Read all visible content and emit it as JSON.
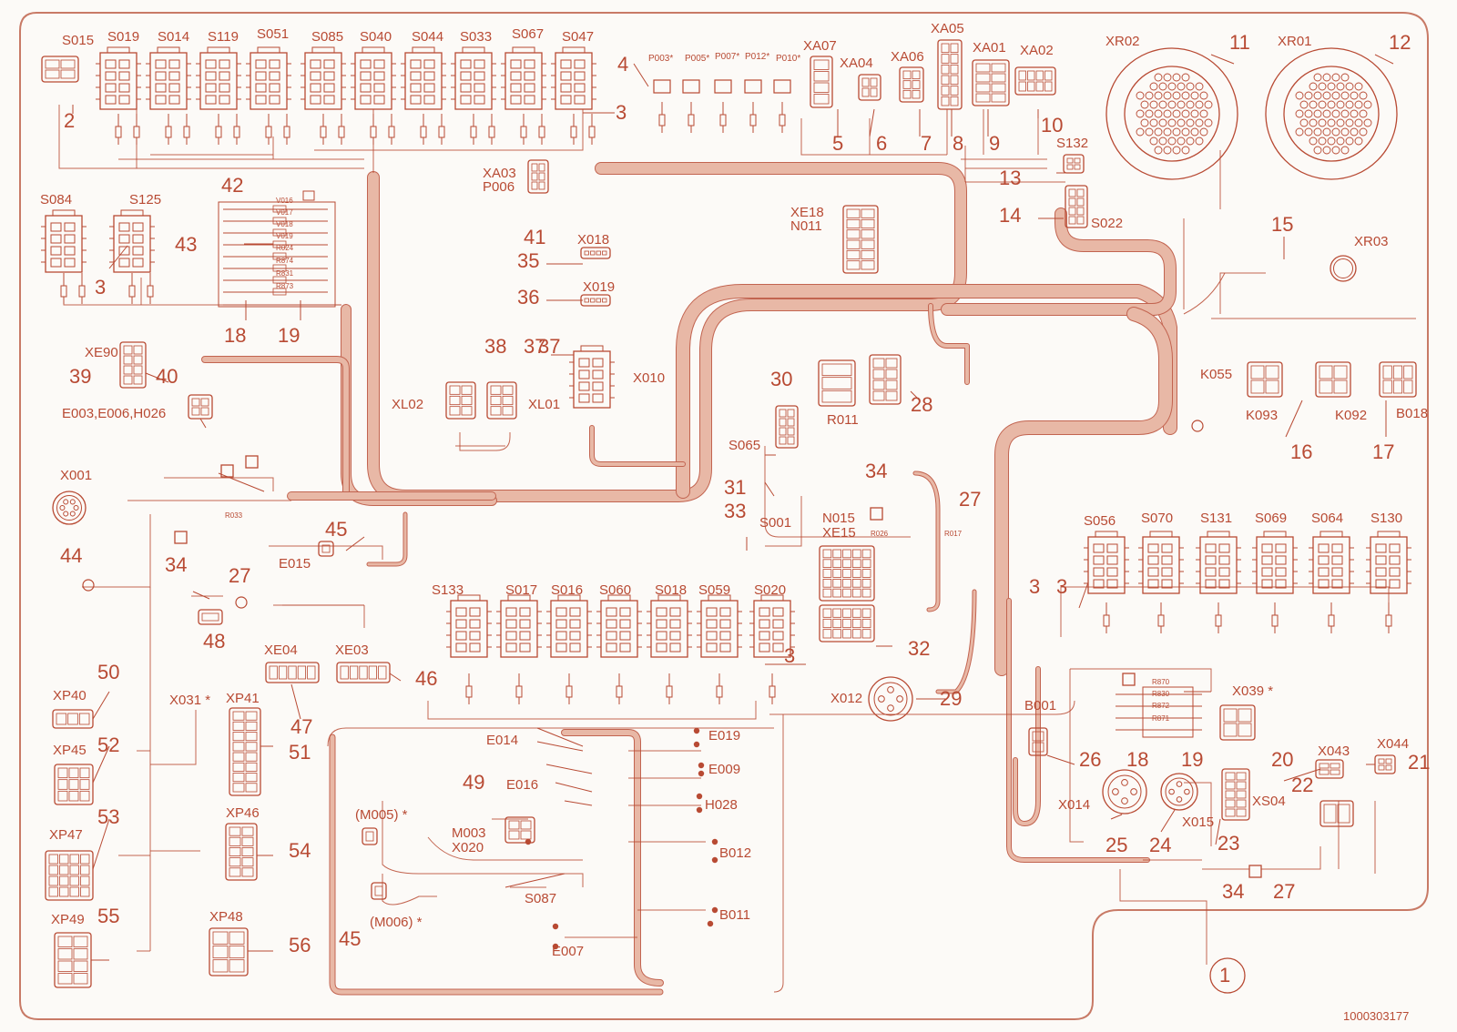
{
  "document": {
    "number": "1000303177"
  },
  "palette": {
    "line": "#b84a33",
    "harness_fill": "#e8b8a6",
    "harness_edge": "#c26450",
    "background": "#fcfaf7",
    "sheet_border": "#c87a66"
  },
  "connectors_top_row": [
    "S015",
    "S019",
    "S014",
    "S119",
    "S051",
    "S085",
    "S040",
    "S044",
    "S033",
    "S067",
    "S047"
  ],
  "connectors_top_mid": [
    "XA07",
    "XA04",
    "XA06",
    "XA05",
    "XA01",
    "XA02",
    "XA03",
    "P006",
    "S132",
    "S022",
    "XE18",
    "N011",
    "X018",
    "X019",
    "X010"
  ],
  "pins_top": [
    "P003*",
    "P005*",
    "P007*",
    "P012*",
    "P010*"
  ],
  "connectors_left": [
    "S084",
    "S125",
    "XE90",
    "E003,E006,H026",
    "X001",
    "E015",
    "XE04",
    "XE03",
    "XP40",
    "XP45",
    "XP47",
    "XP49",
    "X031 *",
    "XP41",
    "XP46",
    "XP48"
  ],
  "components_small": [
    "V016",
    "V017",
    "V018",
    "V019",
    "R024",
    "R874",
    "R831",
    "R873",
    "R033",
    "R026",
    "R017",
    "R870",
    "R830",
    "R872",
    "R871"
  ],
  "connectors_center": [
    "XL02",
    "XL01",
    "R011",
    "S065",
    "S001",
    "N015",
    "XE15",
    "X012",
    "S133",
    "S017",
    "S016",
    "S060",
    "S018",
    "S059",
    "S020"
  ],
  "loom_labels": [
    "E014",
    "E016",
    "M003",
    "X020",
    "(M005) *",
    "(M006) *",
    "S087",
    "E019",
    "E009",
    "H028",
    "B012",
    "B011",
    "E007"
  ],
  "connectors_right": [
    "XR02",
    "XR01",
    "XR03",
    "K055",
    "K093",
    "K092",
    "B018",
    "S056",
    "S070",
    "S131",
    "S069",
    "S064",
    "S130",
    "X039 *",
    "B001",
    "X014",
    "X015",
    "XS04",
    "X043",
    "X044"
  ],
  "callouts": [
    "1",
    "2",
    "3",
    "4",
    "5",
    "6",
    "7",
    "8",
    "9",
    "10",
    "11",
    "12",
    "13",
    "14",
    "15",
    "16",
    "17",
    "18",
    "19",
    "20",
    "21",
    "22",
    "23",
    "24",
    "25",
    "26",
    "27",
    "28",
    "29",
    "30",
    "31",
    "32",
    "33",
    "34",
    "35",
    "36",
    "37",
    "38",
    "39",
    "40",
    "41",
    "42",
    "43",
    "44",
    "45",
    "46",
    "47",
    "48",
    "49",
    "50",
    "51",
    "52",
    "53",
    "54",
    "55",
    "56"
  ]
}
